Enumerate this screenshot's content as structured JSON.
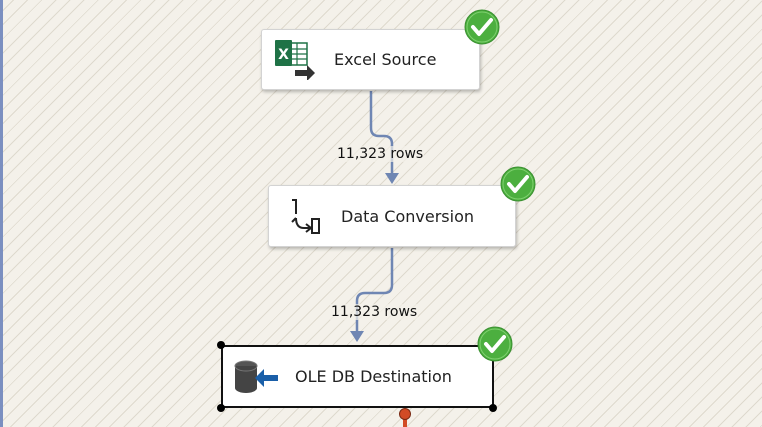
{
  "components": {
    "excel_source": {
      "label": "Excel Source",
      "icon": "excel-icon",
      "status": "success",
      "status_icon": "green-check-icon"
    },
    "data_conversion": {
      "label": "Data Conversion",
      "icon": "data-conversion-icon",
      "status": "success",
      "status_icon": "green-check-icon"
    },
    "ole_db_destination": {
      "label": "OLE DB Destination",
      "icon": "database-destination-icon",
      "status": "success",
      "status_icon": "green-check-icon",
      "selected": true
    }
  },
  "flows": [
    {
      "rows_label": "11,323 rows"
    },
    {
      "rows_label": "11,323 rows"
    }
  ],
  "colors": {
    "flow_path": "#6f86b3",
    "success": "#4caf3f",
    "error_output": "#d24b25",
    "excel_green": "#1f7246"
  }
}
